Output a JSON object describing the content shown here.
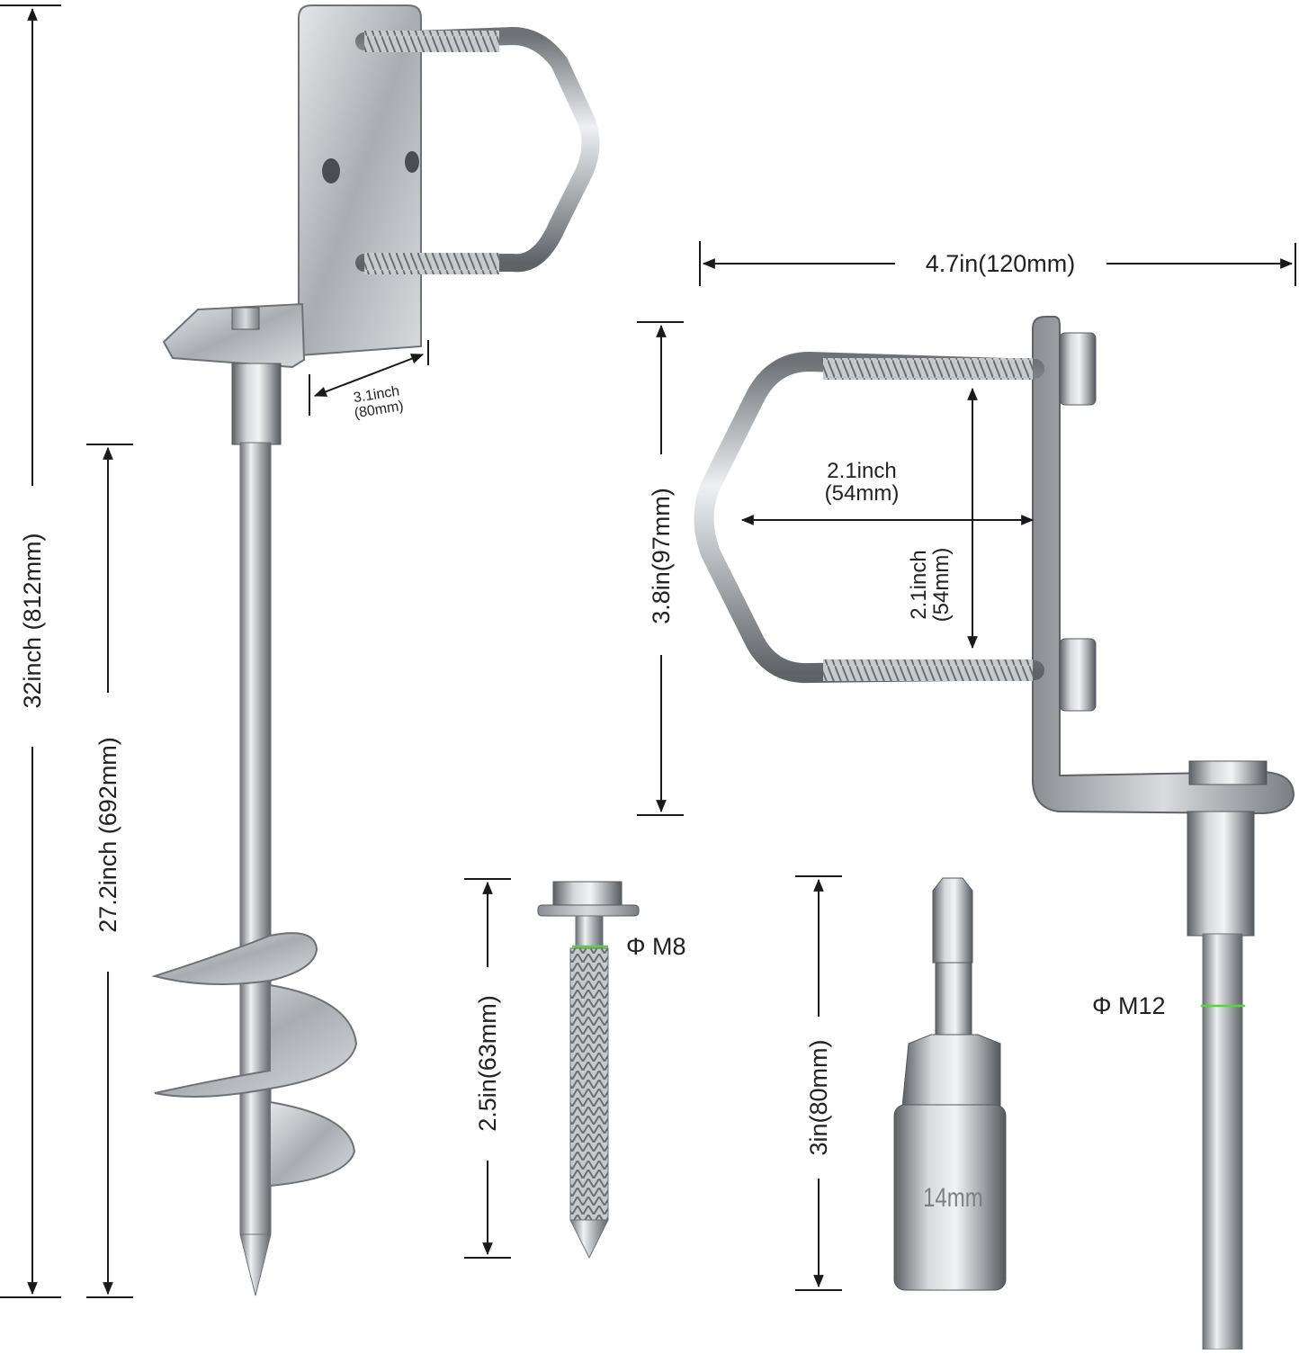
{
  "labels": {
    "overall_height": "32inch (812mm)",
    "shaft_length": "27.2inch (692mm)",
    "base_width_line1": "3.1inch",
    "base_width_line2": "(80mm)",
    "bracket_width": "4.7in(120mm)",
    "bracket_height": "3.8in(97mm)",
    "ubolt_inner_width_line1": "2.1inch",
    "ubolt_inner_width_line2": "(54mm)",
    "ubolt_inner_height_line1": "2.1inch",
    "ubolt_inner_height_line2": "(54mm)",
    "screw_length": "2.5in(63mm)",
    "screw_diameter": "Φ M8",
    "socket_length": "3in(80mm)",
    "socket_size": "14mm",
    "shaft_diameter": "Φ M12"
  },
  "colors": {
    "dimension_line": "#1a1a1a",
    "metal": "#b9bcc0",
    "metal_dark": "#6e7277",
    "diameter_marker": "#5ad43c"
  }
}
